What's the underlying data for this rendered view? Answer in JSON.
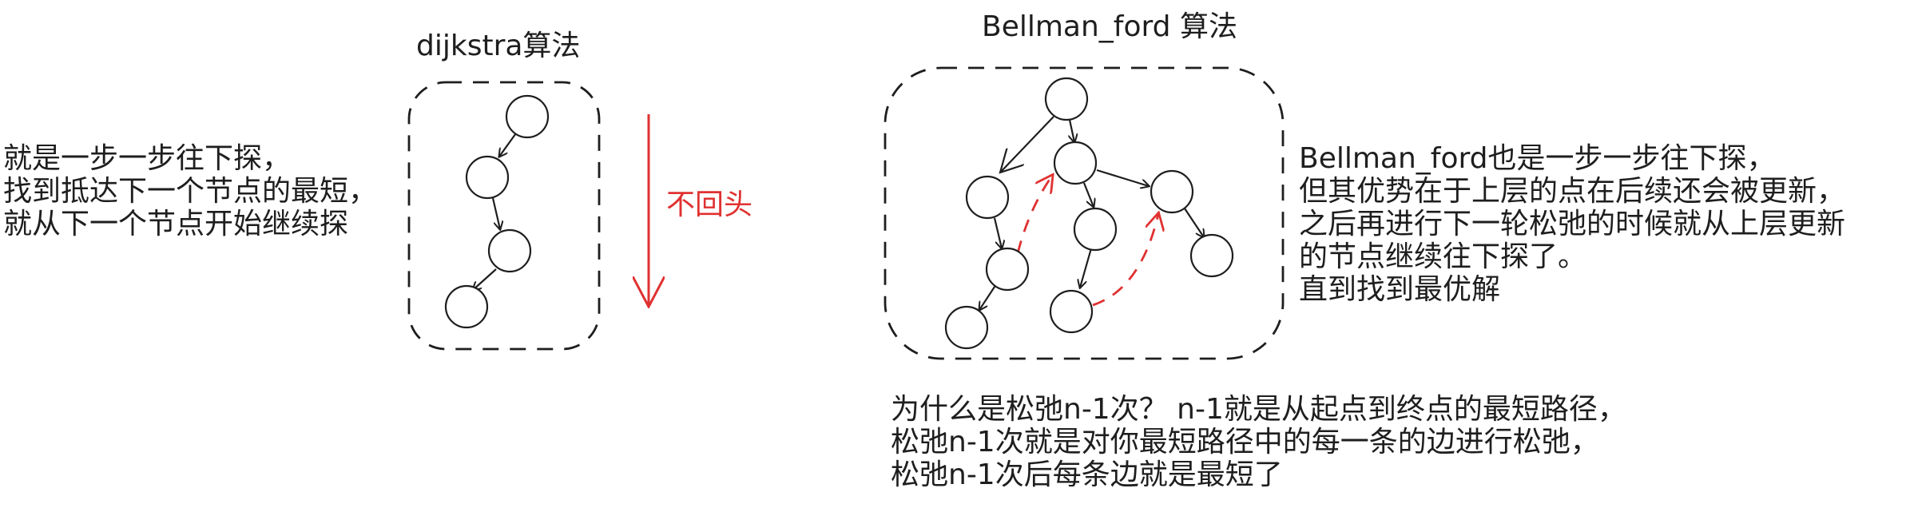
{
  "dijkstra": {
    "title": "dijkstra算法",
    "description": [
      "就是一步一步往下探，",
      "找到抵达下一个节点的最短，",
      "就从下一个节点开始继续探"
    ],
    "arrow_label": "不回头"
  },
  "bellman_ford": {
    "title": "Bellman_ford 算法",
    "description": [
      "Bellman_ford也是一步一步往下探，",
      "但其优势在于上层的点在后续还会被更新，",
      "之后再进行下一轮松弛的时候就从上层更新",
      "的节点继续往下探了。",
      "直到找到最优解"
    ]
  },
  "explanation": [
    "为什么是松弛n-1次？ n-1就是从起点到终点的最短路径，",
    "松弛n-1次就是对你最短路径中的每一条的边进行松弛，",
    "松弛n-1次后每条边就是最短了"
  ],
  "colors": {
    "ink": "#1e1e1e",
    "accent": "#e03131",
    "background": "#ffffff"
  }
}
